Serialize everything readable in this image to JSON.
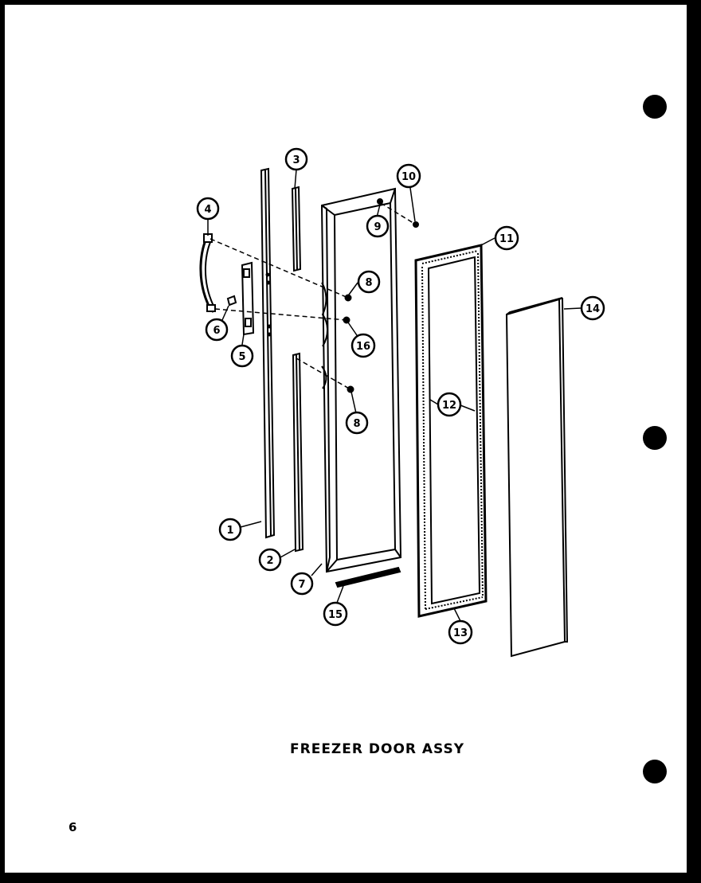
{
  "caption": "FREEZER DOOR ASSY",
  "page_number": "6",
  "callouts": [
    {
      "id": "c1",
      "label": "1"
    },
    {
      "id": "c2",
      "label": "2"
    },
    {
      "id": "c3",
      "label": "3"
    },
    {
      "id": "c4",
      "label": "4"
    },
    {
      "id": "c5",
      "label": "5"
    },
    {
      "id": "c6",
      "label": "6"
    },
    {
      "id": "c7",
      "label": "7"
    },
    {
      "id": "c8a",
      "label": "8"
    },
    {
      "id": "c8b",
      "label": "8"
    },
    {
      "id": "c9",
      "label": "9"
    },
    {
      "id": "c10",
      "label": "10"
    },
    {
      "id": "c11",
      "label": "11"
    },
    {
      "id": "c12",
      "label": "12"
    },
    {
      "id": "c13",
      "label": "13"
    },
    {
      "id": "c14",
      "label": "14"
    },
    {
      "id": "c15",
      "label": "15"
    },
    {
      "id": "c16",
      "label": "16"
    }
  ]
}
